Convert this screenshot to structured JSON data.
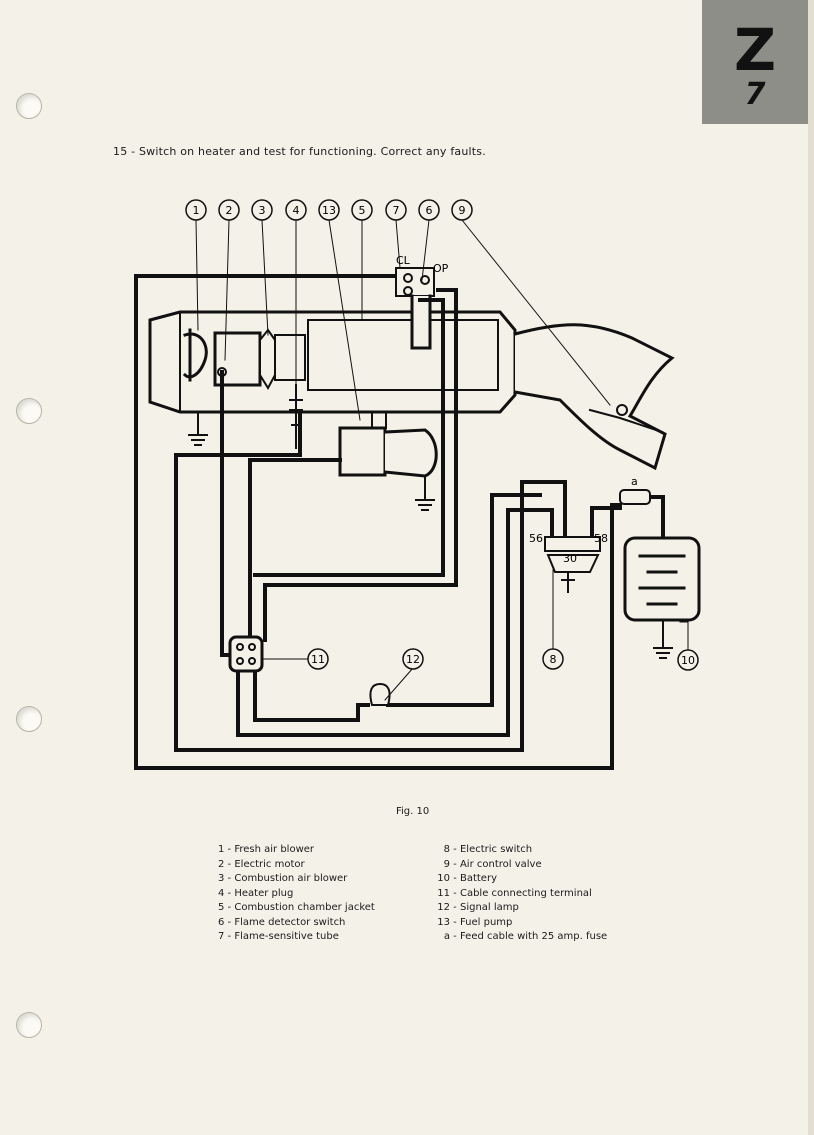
{
  "section_tab": {
    "letter": "Z",
    "number": "7"
  },
  "instruction": "15 - Switch on heater and test for functioning. Correct any faults.",
  "diagram": {
    "callouts": [
      "1",
      "2",
      "3",
      "4",
      "13",
      "5",
      "7",
      "6",
      "9",
      "11",
      "12",
      "8",
      "10"
    ],
    "terminal_labels": {
      "cl": "CL",
      "op": "OP",
      "t56": "56",
      "t58": "58",
      "t30": "30",
      "fuse": "a"
    }
  },
  "figure_caption": "Fig. 10",
  "legend_left": [
    {
      "num": "1",
      "text": "Fresh air blower"
    },
    {
      "num": "2",
      "text": "Electric motor"
    },
    {
      "num": "3",
      "text": "Combustion air blower"
    },
    {
      "num": "4",
      "text": "Heater plug"
    },
    {
      "num": "5",
      "text": "Combustion chamber jacket"
    },
    {
      "num": "6",
      "text": "Flame detector switch"
    },
    {
      "num": "7",
      "text": "Flame-sensitive tube"
    }
  ],
  "legend_right": [
    {
      "num": "8",
      "text": "Electric switch"
    },
    {
      "num": "9",
      "text": "Air control valve"
    },
    {
      "num": "10",
      "text": "Battery"
    },
    {
      "num": "11",
      "text": "Cable connecting terminal"
    },
    {
      "num": "12",
      "text": "Signal lamp"
    },
    {
      "num": "13",
      "text": "Fuel pump"
    },
    {
      "num": "a",
      "text": "Feed cable with 25 amp. fuse"
    }
  ]
}
